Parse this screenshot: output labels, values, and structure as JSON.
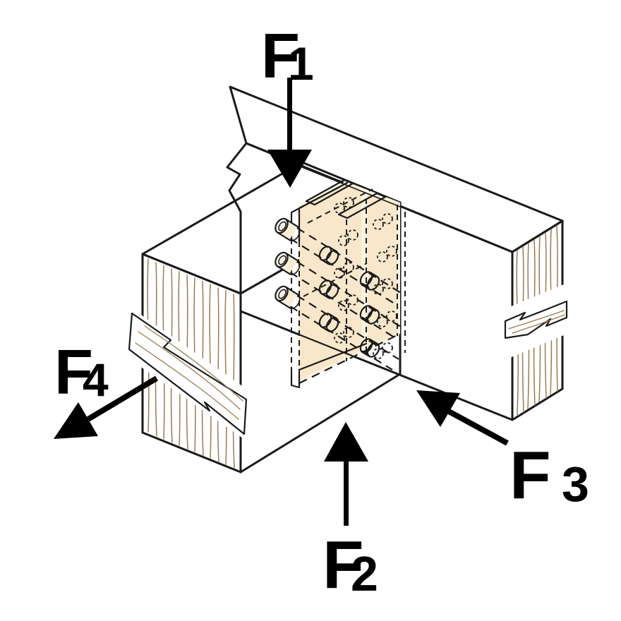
{
  "figure": {
    "kind": "isometric-technical-illustration",
    "subject": "concealed-timber-connector-joint",
    "parts": [
      "main-beam",
      "secondary-beam",
      "concealed-plates",
      "dowels",
      "force-arrows"
    ]
  },
  "forces": [
    {
      "label": "F",
      "sub": "1",
      "direction": "down",
      "points_at": "top of joint"
    },
    {
      "label": "F",
      "sub": "2",
      "direction": "up",
      "points_at": "bottom of secondary beam"
    },
    {
      "label": "F",
      "sub": "3",
      "direction": "up-left",
      "points_at": "bottom edge of main beam"
    },
    {
      "label": "F",
      "sub": "4",
      "direction": "down-left",
      "points_at": "end face of secondary beam"
    }
  ],
  "colors": {
    "wood": "#F0A454",
    "plate_cream": "#F8E7CA",
    "ghost_pale": "#FCF3E2",
    "sleeve_fill": "#FAEED8",
    "grain": "#9B7B54",
    "outline": "#1A1A1A",
    "arrow": "#000000",
    "background": "#FFFFFF"
  }
}
